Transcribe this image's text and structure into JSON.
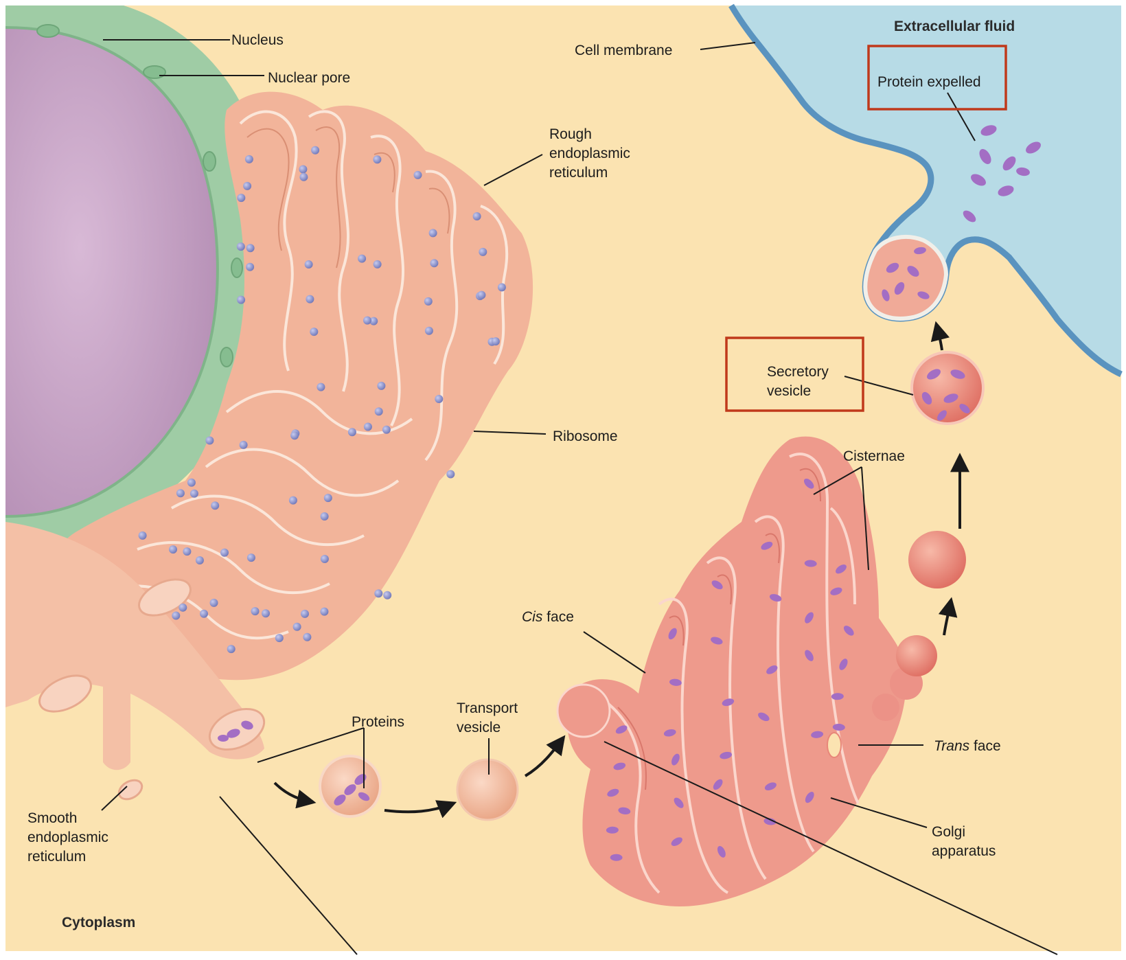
{
  "diagram": {
    "labels": {
      "nucleus": "Nucleus",
      "nuclear_pore": "Nuclear pore",
      "cell_membrane": "Cell membrane",
      "extracellular_fluid": "Extracellular fluid",
      "protein_expelled": "Protein expelled",
      "rough_er": [
        "Rough",
        "endoplasmic",
        "reticulum"
      ],
      "ribosome": "Ribosome",
      "secretory_vesicle": [
        "Secretory",
        "vesicle"
      ],
      "cisternae": "Cisternae",
      "cis_face_italic": "Cis",
      "cis_face_rest": " face",
      "trans_face_italic": "Trans",
      "trans_face_rest": " face",
      "transport_vesicle": [
        "Transport",
        "vesicle"
      ],
      "proteins": "Proteins",
      "smooth_er": [
        "Smooth",
        "endoplasmic",
        "reticulum"
      ],
      "golgi_apparatus": [
        "Golgi",
        "apparatus"
      ],
      "cytoplasm": "Cytoplasm"
    },
    "highlighted": [
      "Protein expelled",
      "Secretory vesicle"
    ],
    "colors": {
      "cytoplasm": "#fbe3b1",
      "extracellular_fluid": "#b7dbe6",
      "cell_membrane": "#5a93bf",
      "nuclear_envelope": "#9fcca5",
      "nucleoplasm": "#c7a6c6",
      "er": "#f2b49a",
      "golgi": "#ee9a8c",
      "ribosome": "#8f95cc",
      "protein": "#a36ec4",
      "highlight": "#c0391b"
    }
  }
}
